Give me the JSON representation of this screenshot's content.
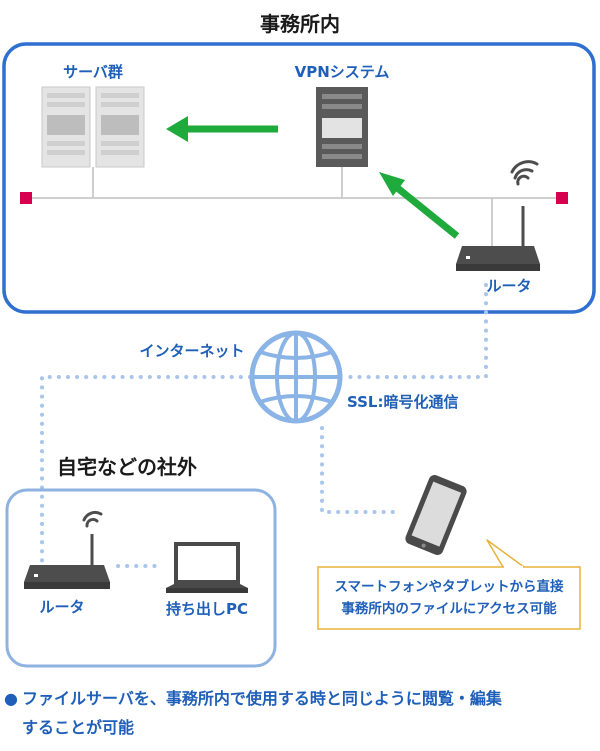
{
  "office": {
    "title": "事務所内",
    "servers_label": "サーバ群",
    "vpn_label": "VPNシステム",
    "router_label": "ルータ"
  },
  "internet": {
    "label": "インターネット",
    "ssl_label": "SSL:暗号化通信"
  },
  "home": {
    "title": "自宅などの社外",
    "router_label": "ルータ",
    "pc_label": "持ち出しPC"
  },
  "mobile": {
    "callout_line1": "スマートフォンやタブレットから直接",
    "callout_line2": "事務所内のファイルにアクセス可能"
  },
  "footer": {
    "bullet": "●",
    "line1": "ファイルサーバを、事務所内で使用する時と同じように閲覧・編集",
    "line2": "することが可能"
  },
  "colors": {
    "frame_blue": "#2f6fd0",
    "home_frame": "#8fb3e0",
    "label_blue": "#1f5fb8",
    "dots": "#a9c6ea",
    "arrow_green": "#1faa3c",
    "terminator": "#d6004e",
    "callout_border": "#e8b23a"
  }
}
